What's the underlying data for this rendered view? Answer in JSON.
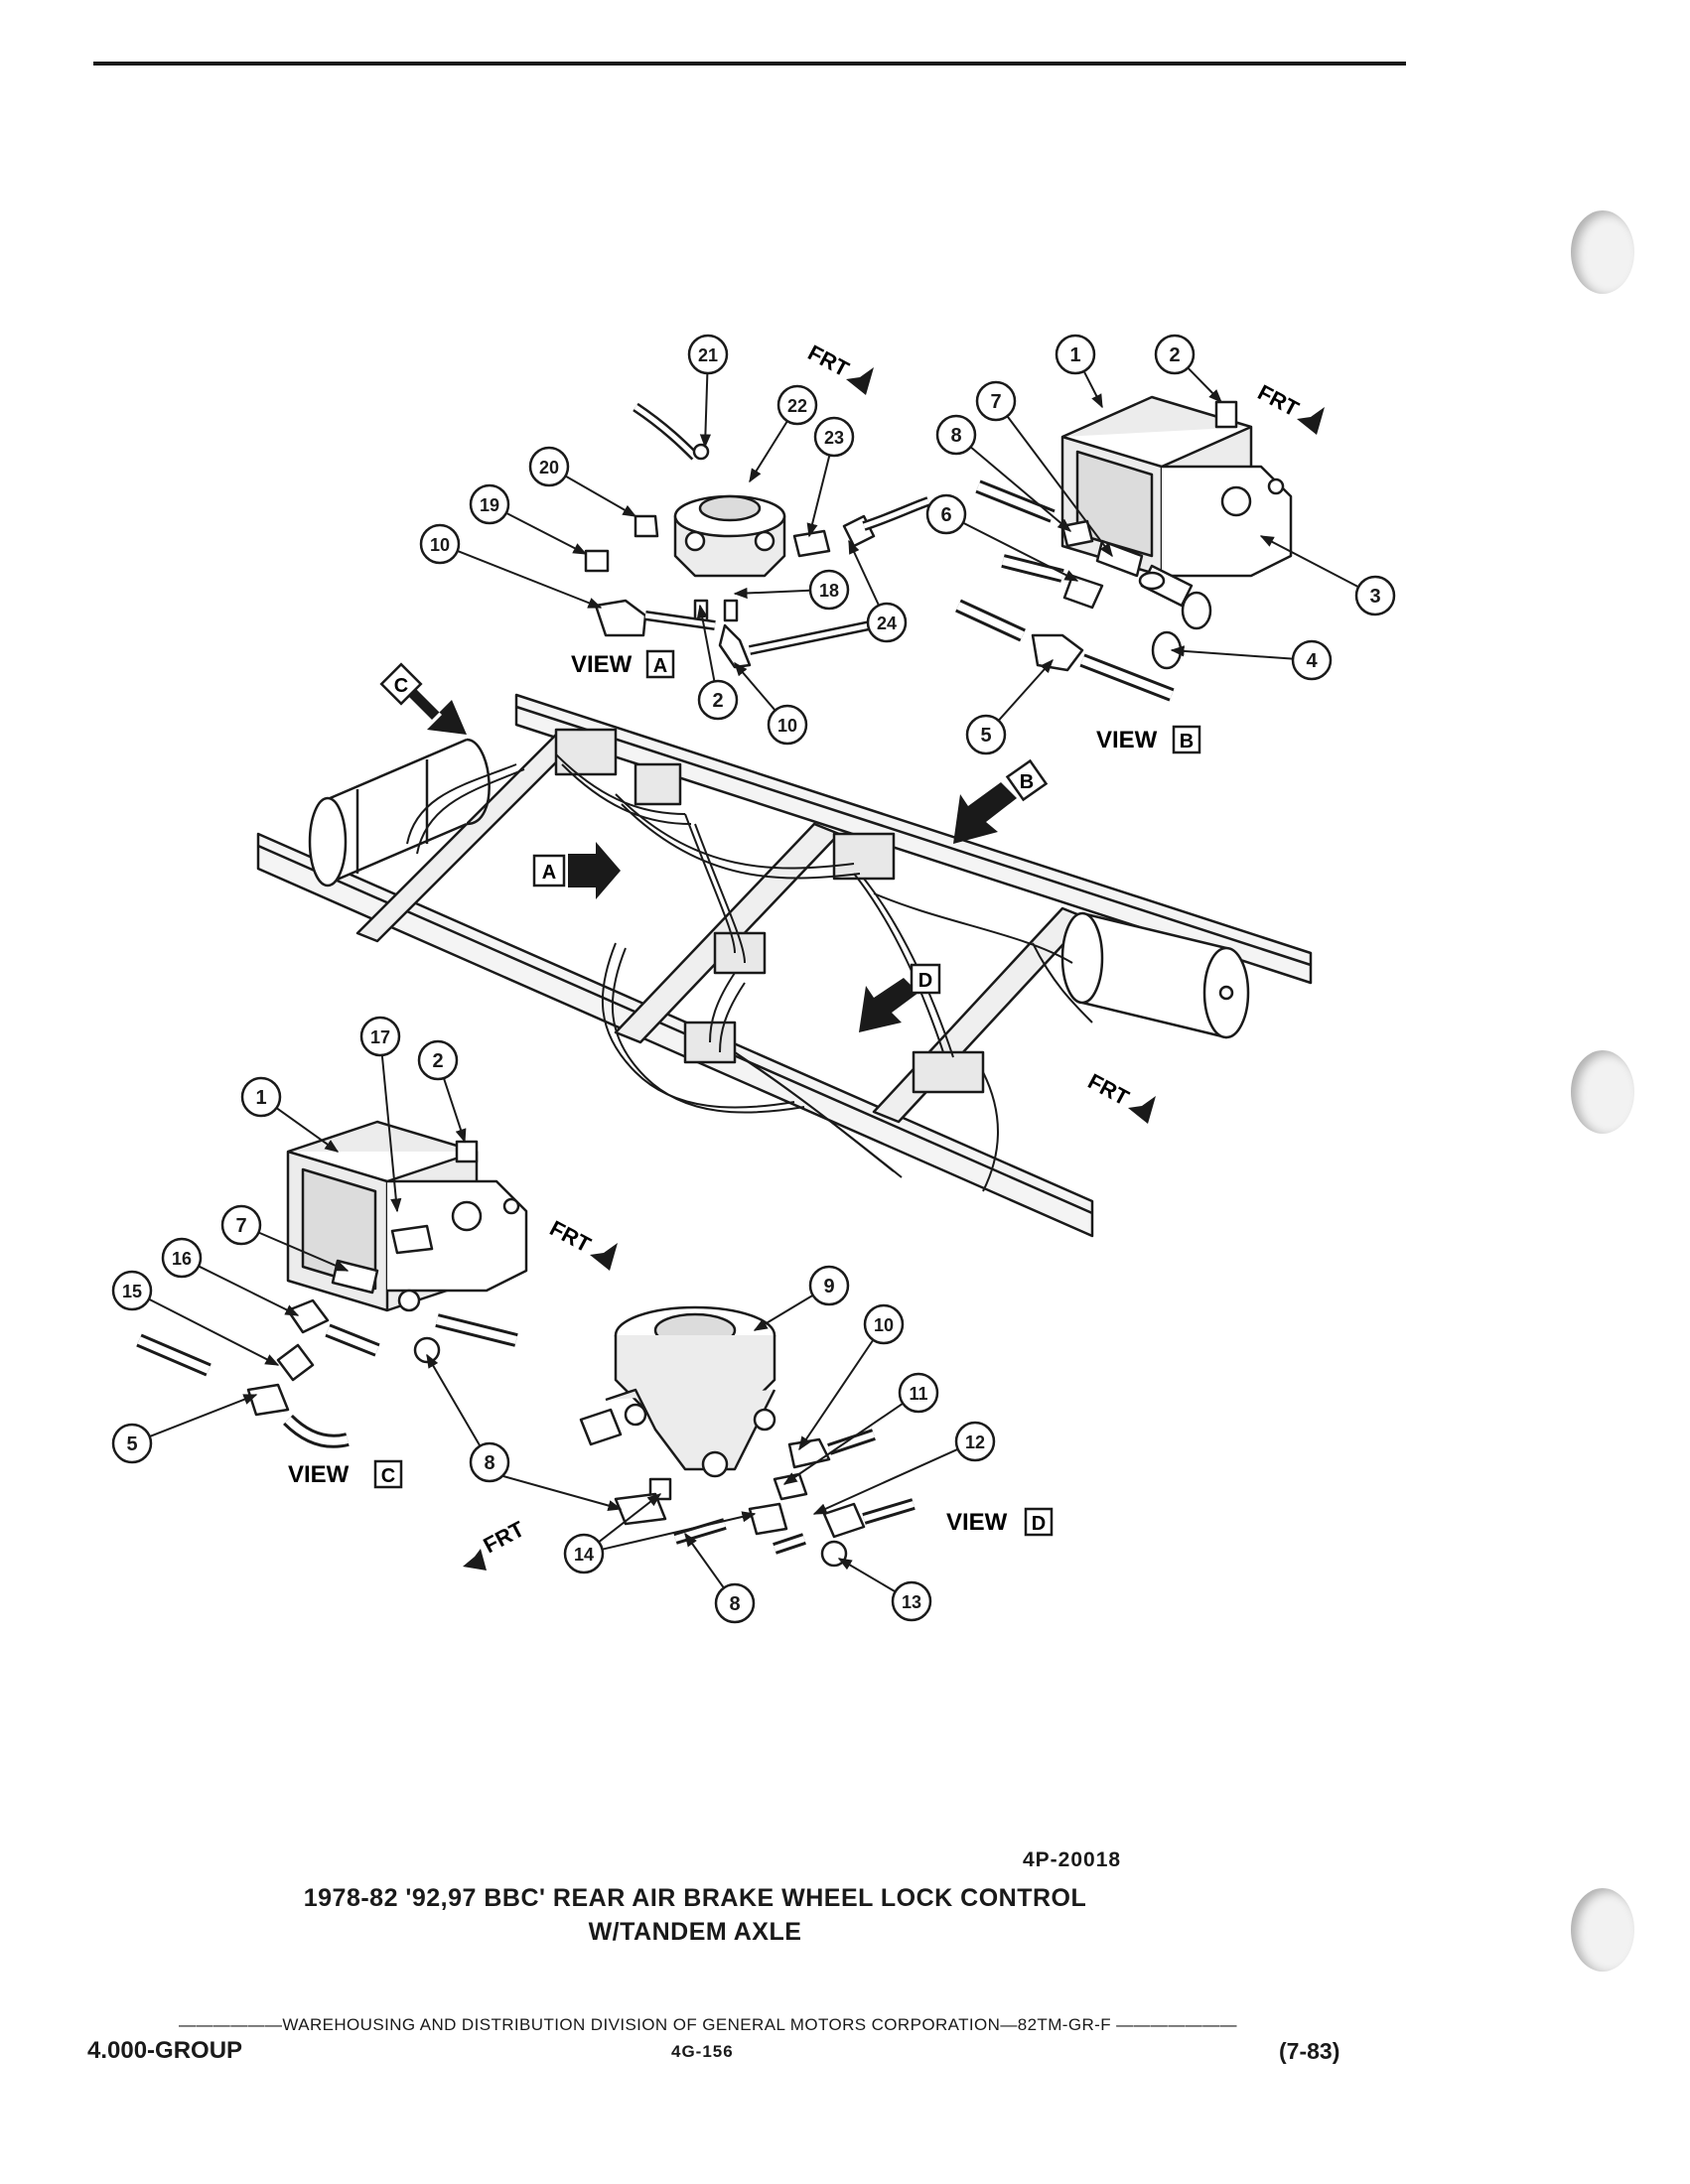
{
  "figure": {
    "id": "4P-20018",
    "title_line1": "1978-82 '92,97 BBC' REAR AIR BRAKE WHEEL LOCK CONTROL",
    "title_line2": "W/TANDEM AXLE"
  },
  "views": {
    "a": "VIEW",
    "a_letter": "A",
    "b": "VIEW",
    "b_letter": "B",
    "c": "VIEW",
    "c_letter": "C",
    "d": "VIEW",
    "d_letter": "D"
  },
  "view_arrows": {
    "a": "A",
    "b": "B",
    "c": "C",
    "d": "D"
  },
  "front_label": "FRT",
  "callouts": {
    "va": [
      "21",
      "22",
      "23",
      "20",
      "19",
      "10",
      "18",
      "24",
      "2",
      "10"
    ],
    "vb": [
      "1",
      "2",
      "7",
      "8",
      "6",
      "3",
      "4",
      "5"
    ],
    "vc": [
      "17",
      "2",
      "1",
      "7",
      "16",
      "15",
      "5",
      "8"
    ],
    "vd": [
      "9",
      "10",
      "11",
      "12",
      "14",
      "8",
      "13"
    ]
  },
  "footer": {
    "division": "WAREHOUSING AND DISTRIBUTION  DIVISION OF GENERAL MOTORS CORPORATION—82TM-GR-F",
    "group": "4.000-GROUP",
    "page": "4G-156",
    "date": "(7-83)"
  }
}
